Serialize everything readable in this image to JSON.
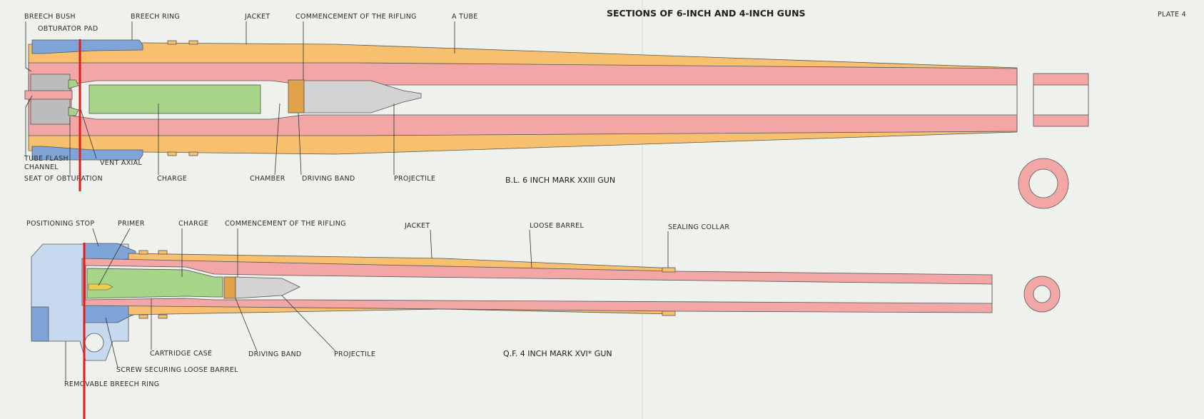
{
  "title": "SECTIONS OF 6-INCH AND 4-INCH GUNS",
  "plate": "PLATE 4",
  "colors": {
    "background": "#eef1ec",
    "jacket": "#f6c06e",
    "tube": "#f2a7a6",
    "breech_ring": "#7ea4d8",
    "breech_block": "#c6d9ee",
    "charge": "#a6d58a",
    "projectile": "#d3d3d3",
    "marker": "#e21b1b"
  },
  "gun_top": {
    "name": "B.L. 6 INCH MARK XXIII GUN",
    "labels": [
      "BREECH BUSH",
      "OBTURATOR PAD",
      "BREECH RING",
      "JACKET",
      "COMMENCEMENT OF THE RIFLING",
      "A TUBE",
      "TUBE FLASH",
      "CHANNEL",
      "VENT AXIAL",
      "SEAT OF OBTURATION",
      "CHARGE",
      "CHAMBER",
      "DRIVING BAND",
      "PROJECTILE"
    ]
  },
  "gun_bottom": {
    "name": "Q.F. 4 INCH MARK XVI* GUN",
    "labels": [
      "POSITIONING STOP",
      "PRIMER",
      "CHARGE",
      "COMMENCEMENT OF THE RIFLING",
      "JACKET",
      "LOOSE BARREL",
      "SEALING COLLAR",
      "CARTRIDGE CASE",
      "DRIVING BAND",
      "PROJECTILE",
      "SCREW SECURING LOOSE BARREL",
      "REMOVABLE BREECH RING"
    ]
  }
}
